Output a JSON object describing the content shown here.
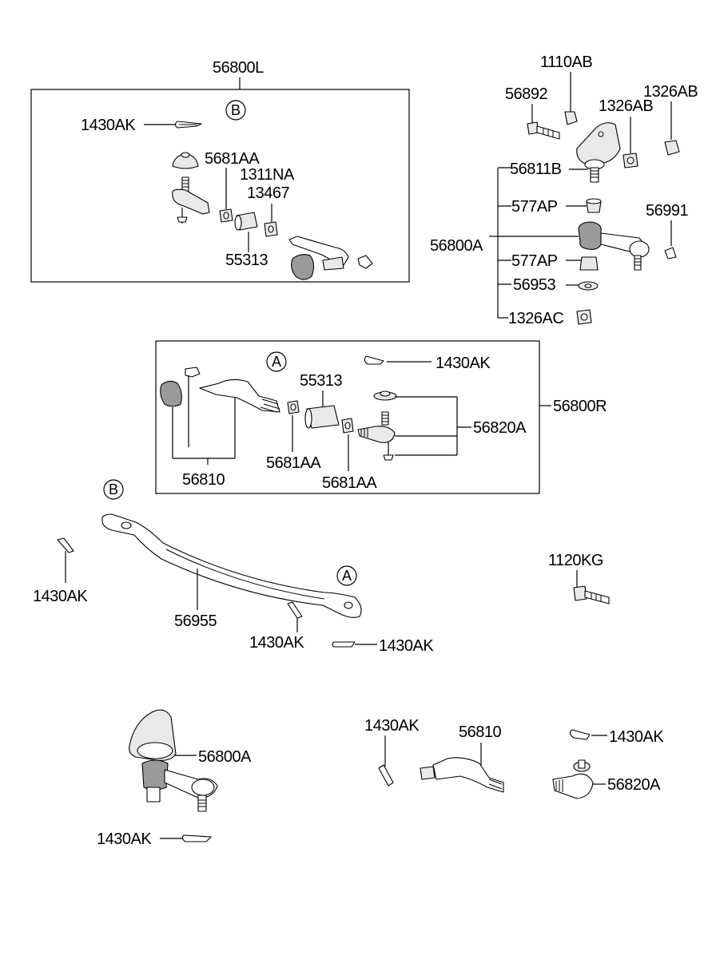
{
  "groups": {
    "assembly_left": "56800L",
    "assembly_right": "56800R",
    "idler_arm_assembly": "56800A"
  },
  "callouts": {
    "b_top": "B",
    "a_mid": "A",
    "b_link": "B",
    "a_link": "A"
  },
  "labels": {
    "l_1430AK_top": "1430AK",
    "l_5681AA_top": "5681AA",
    "l_1311NA": "1311NA",
    "l_13467": "13467",
    "l_55313_top": "55313",
    "l_1110AB": "1110AB",
    "l_56892": "56892",
    "l_1326AB_a": "1326AB",
    "l_1326AB_b": "1326AB",
    "l_56811B": "56811B",
    "l_577AP_a": "577AP",
    "l_56991": "56991",
    "l_577AP_b": "577AP",
    "l_56953": "56953",
    "l_1326AC": "1326AC",
    "l_1430AK_mid": "1430AK",
    "l_55313_mid": "55313",
    "l_56820A_mid": "56820A",
    "l_56810_mid": "56810",
    "l_5681AA_mid_a": "5681AA",
    "l_5681AA_mid_b": "5681AA",
    "l_1430AK_left": "1430AK",
    "l_56955": "56955",
    "l_1430AK_link": "1430AK",
    "l_1430AK_link2": "1430AK",
    "l_1120KG": "1120KG",
    "l_56800A_bottom": "56800A",
    "l_1430AK_bottom_left": "1430AK",
    "l_1430AK_bottom_mid": "1430AK",
    "l_56810_bottom": "56810",
    "l_1430AK_bottom_right": "1430AK",
    "l_56820A_bottom": "56820A"
  }
}
